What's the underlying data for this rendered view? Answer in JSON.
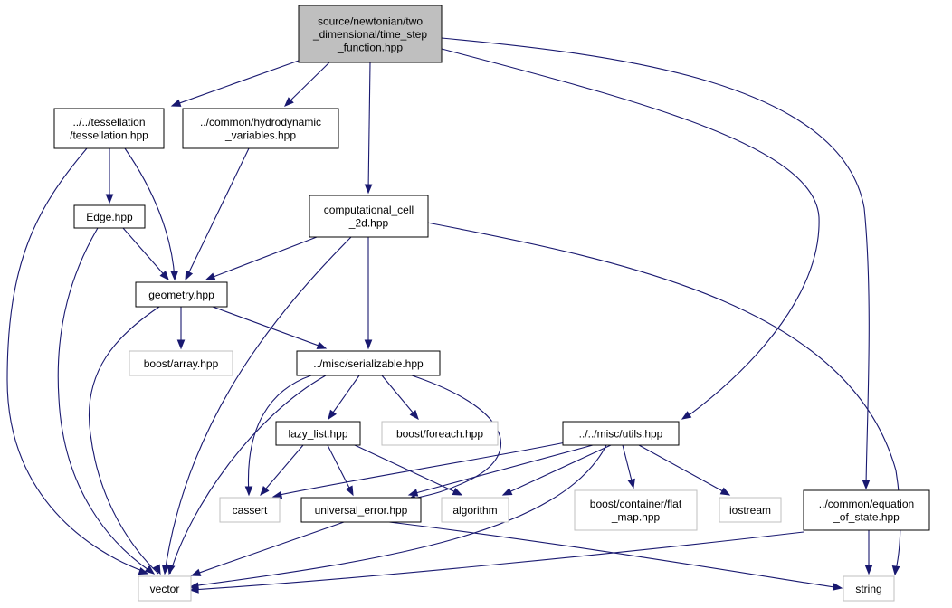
{
  "diagram": {
    "nodes": [
      {
        "id": "root",
        "kind": "root",
        "lines": [
          "source/newtonian/two",
          "_dimensional/time_step",
          "_function.hpp"
        ]
      },
      {
        "id": "tessellation",
        "kind": "local",
        "lines": [
          "../../tessellation",
          "/tessellation.hpp"
        ]
      },
      {
        "id": "hydro",
        "kind": "local",
        "lines": [
          "../common/hydrodynamic",
          "_variables.hpp"
        ]
      },
      {
        "id": "compcell",
        "kind": "local",
        "lines": [
          "computational_cell",
          "_2d.hpp"
        ]
      },
      {
        "id": "edge",
        "kind": "local",
        "lines": [
          "Edge.hpp"
        ]
      },
      {
        "id": "geometry",
        "kind": "local",
        "lines": [
          "geometry.hpp"
        ]
      },
      {
        "id": "boostarray",
        "kind": "external",
        "lines": [
          "boost/array.hpp"
        ]
      },
      {
        "id": "serializable",
        "kind": "local",
        "lines": [
          "../misc/serializable.hpp"
        ]
      },
      {
        "id": "lazylist",
        "kind": "local",
        "lines": [
          "lazy_list.hpp"
        ]
      },
      {
        "id": "boostforeach",
        "kind": "external",
        "lines": [
          "boost/foreach.hpp"
        ]
      },
      {
        "id": "utils",
        "kind": "local",
        "lines": [
          "../../misc/utils.hpp"
        ]
      },
      {
        "id": "cassert",
        "kind": "external",
        "lines": [
          "cassert"
        ]
      },
      {
        "id": "universal",
        "kind": "local",
        "lines": [
          "universal_error.hpp"
        ]
      },
      {
        "id": "algorithm",
        "kind": "external",
        "lines": [
          "algorithm"
        ]
      },
      {
        "id": "flatmap",
        "kind": "external",
        "lines": [
          "boost/container/flat",
          "_map.hpp"
        ]
      },
      {
        "id": "iostream",
        "kind": "external",
        "lines": [
          "iostream"
        ]
      },
      {
        "id": "eos",
        "kind": "local",
        "lines": [
          "../common/equation",
          "_of_state.hpp"
        ]
      },
      {
        "id": "vector",
        "kind": "external",
        "lines": [
          "vector"
        ]
      },
      {
        "id": "string",
        "kind": "external",
        "lines": [
          "string"
        ]
      }
    ],
    "edges": [
      [
        "root",
        "tessellation"
      ],
      [
        "root",
        "hydro"
      ],
      [
        "root",
        "compcell"
      ],
      [
        "root",
        "utils"
      ],
      [
        "root",
        "eos"
      ],
      [
        "tessellation",
        "edge"
      ],
      [
        "tessellation",
        "geometry"
      ],
      [
        "tessellation",
        "vector"
      ],
      [
        "hydro",
        "geometry"
      ],
      [
        "edge",
        "geometry"
      ],
      [
        "edge",
        "vector"
      ],
      [
        "compcell",
        "geometry"
      ],
      [
        "compcell",
        "serializable"
      ],
      [
        "compcell",
        "vector"
      ],
      [
        "compcell",
        "string"
      ],
      [
        "geometry",
        "boostarray"
      ],
      [
        "geometry",
        "serializable"
      ],
      [
        "geometry",
        "vector"
      ],
      [
        "serializable",
        "lazylist"
      ],
      [
        "serializable",
        "boostforeach"
      ],
      [
        "serializable",
        "cassert"
      ],
      [
        "serializable",
        "universal"
      ],
      [
        "serializable",
        "vector"
      ],
      [
        "lazylist",
        "cassert"
      ],
      [
        "lazylist",
        "universal"
      ],
      [
        "lazylist",
        "algorithm"
      ],
      [
        "utils",
        "cassert"
      ],
      [
        "utils",
        "universal"
      ],
      [
        "utils",
        "algorithm"
      ],
      [
        "utils",
        "flatmap"
      ],
      [
        "utils",
        "iostream"
      ],
      [
        "utils",
        "vector"
      ],
      [
        "universal",
        "vector"
      ],
      [
        "universal",
        "string"
      ],
      [
        "eos",
        "vector"
      ],
      [
        "eos",
        "string"
      ]
    ]
  }
}
